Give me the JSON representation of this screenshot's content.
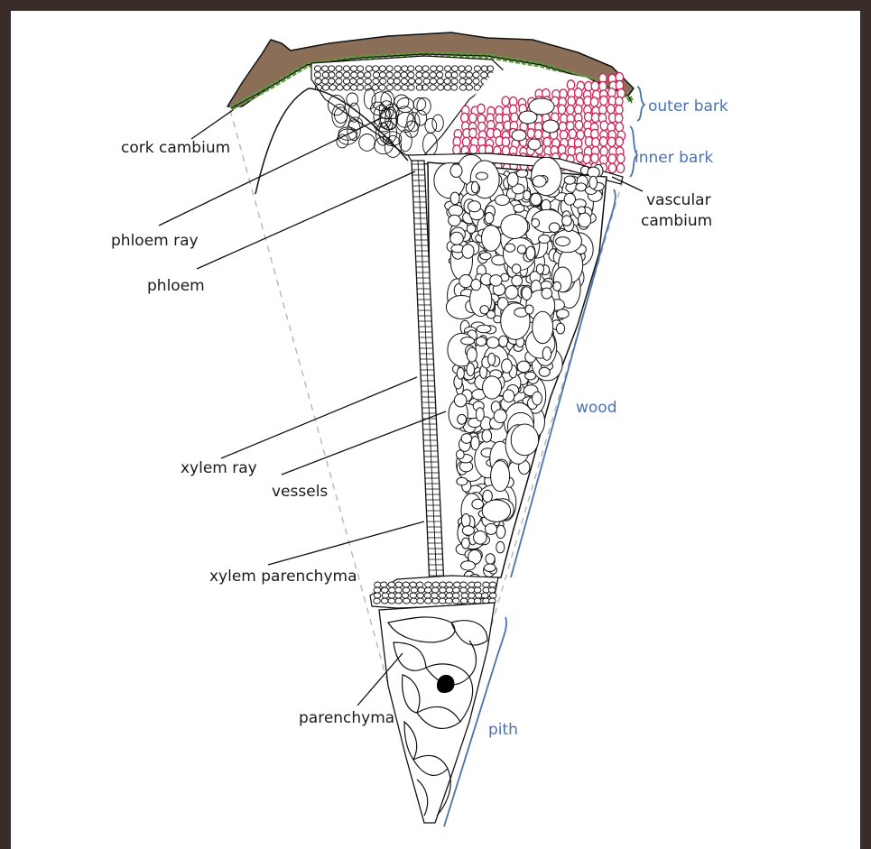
{
  "labels": {
    "cork_cambium": "cork cambium",
    "phloem_ray": "phloem ray",
    "phloem": "phloem",
    "xylem_ray": "xylem ray",
    "vessels": "vessels",
    "xylem_parenchyma": "xylem parenchyma",
    "parenchyma": "parenchyma",
    "vascular_line1": "vascular",
    "vascular_line2": "cambium"
  },
  "regions": {
    "outer_bark": "outer bark",
    "inner_bark": "inner bark",
    "wood": "wood",
    "pith": "pith"
  },
  "colors": {
    "frame": "#3a2c28",
    "bark": "#8a6e58",
    "cork_cells": "#5e9a3e",
    "inner_bark_cells": "#cc2255",
    "region_brackets": "#4a72b0",
    "ink": "#111111"
  }
}
